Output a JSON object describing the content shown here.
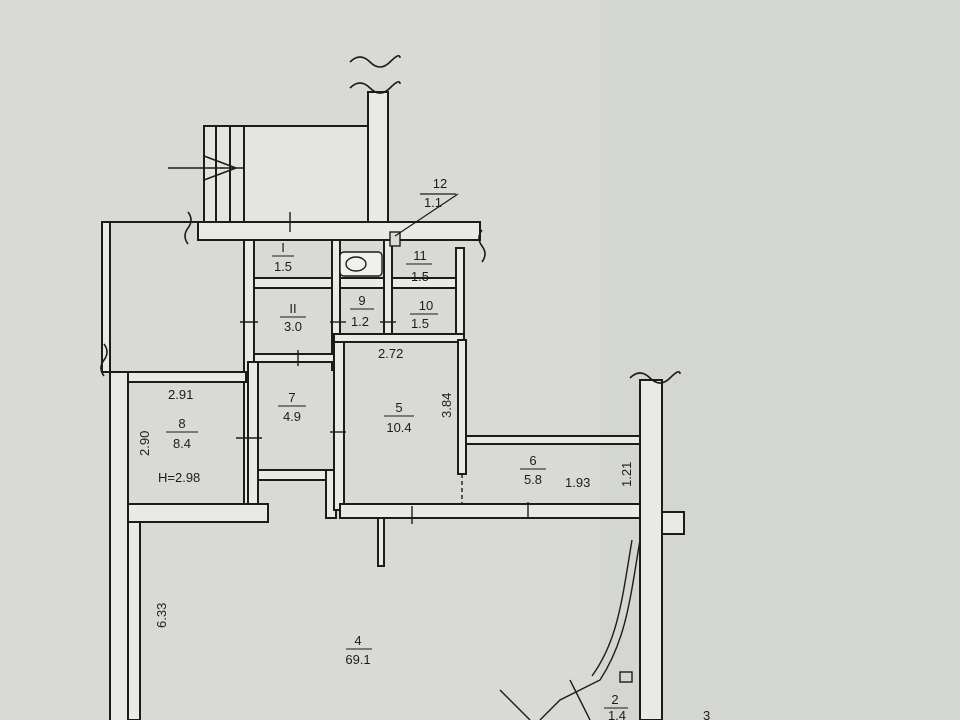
{
  "rooms": [
    {
      "id": "r1",
      "number": "I",
      "area": "1.5"
    },
    {
      "id": "r2",
      "number": "II",
      "area": "3.0"
    },
    {
      "id": "r4",
      "number": "4",
      "area": "69.1"
    },
    {
      "id": "r5",
      "number": "5",
      "area": "10.4"
    },
    {
      "id": "r6",
      "number": "6",
      "area": "5.8"
    },
    {
      "id": "r7",
      "number": "7",
      "area": "4.9"
    },
    {
      "id": "r8",
      "number": "8",
      "area": "8.4"
    },
    {
      "id": "r9",
      "number": "9",
      "area": "1.2"
    },
    {
      "id": "r10",
      "number": "10",
      "area": "1.5"
    },
    {
      "id": "r11",
      "number": "11",
      "area": "1.5"
    },
    {
      "id": "r12",
      "number": "12",
      "area": "1.1"
    },
    {
      "id": "r2b",
      "number": "2",
      "area": "1.4"
    }
  ],
  "dimensions": {
    "d_272": "2.72",
    "d_384": "3.84",
    "d_291": "2.91",
    "d_290": "2.90",
    "d_193": "1.93",
    "d_121": "1.21",
    "d_633": "6.33",
    "ceiling_height": "H=2.98"
  },
  "marks": {
    "adjacent_number": "3"
  },
  "colors": {
    "paper": "#d9dad6",
    "ink": "#1c1c1c",
    "wall_fill": "#e9eae6"
  }
}
